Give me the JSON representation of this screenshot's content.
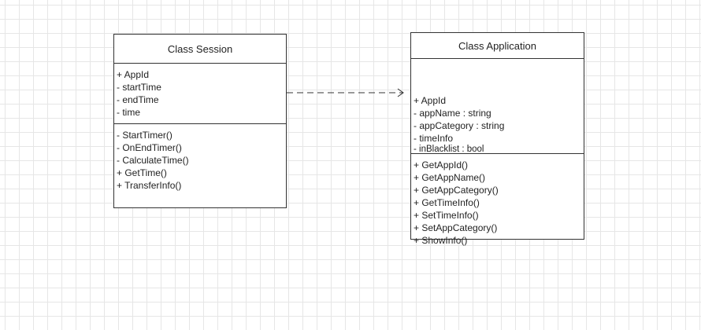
{
  "classes": {
    "session": {
      "title": "Class Session",
      "attributes": [
        "+ AppId",
        "- startTime",
        "- endTime",
        "- time"
      ],
      "methods": [
        "- StartTimer()",
        "- OnEndTimer()",
        "- CalculateTime()",
        "+ GetTime()",
        "+ TransferInfo()"
      ]
    },
    "application": {
      "title": "Class Application",
      "attributes": [
        "+ AppId",
        "- appName : string",
        "- appCategory : string",
        "- timeInfo",
        "- inBlacklist : bool"
      ],
      "methods": [
        "+ GetAppId()",
        "+ GetAppName()",
        "+ GetAppCategory()",
        "+ GetTimeInfo()",
        "+ SetTimeInfo()",
        "+ SetAppCategory()",
        "+ ShowInfo()"
      ]
    }
  },
  "relation": {
    "type": "dependency",
    "style": "dashed",
    "from": "session",
    "to": "application"
  }
}
